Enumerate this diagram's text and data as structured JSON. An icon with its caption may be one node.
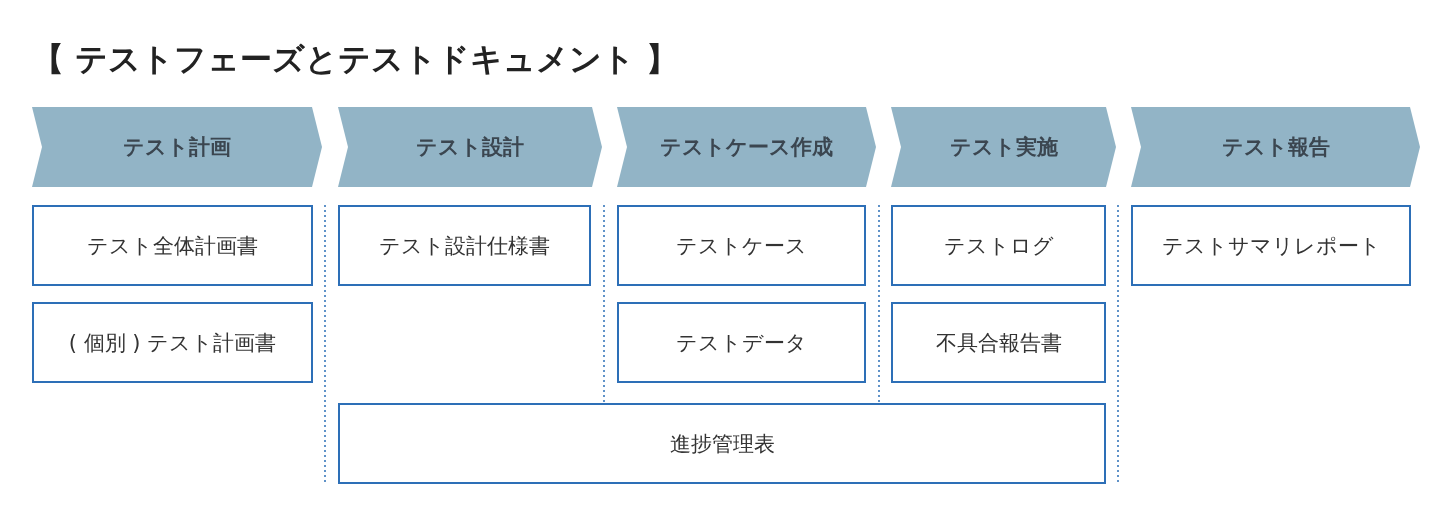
{
  "diagram": {
    "title": "【 テストフェーズとテストドキュメント 】",
    "nodes": [
      {
        "text": [
          "テスト計画"
        ]
      },
      {
        "text": [
          "テスト設計"
        ]
      },
      {
        "text": [
          "テストケース作成"
        ]
      },
      {
        "text": [
          "テスト実施"
        ]
      },
      {
        "text": [
          "テスト報告"
        ]
      },
      {
        "text": [
          "テスト全体計画書"
        ]
      },
      {
        "text": [
          "テスト設計仕様書"
        ]
      },
      {
        "text": [
          "テストケース"
        ]
      },
      {
        "text": [
          "テストログ"
        ]
      },
      {
        "text": [
          "テストサマリレポート"
        ]
      },
      {
        "text": [
          "( 個別 ) テスト計画書"
        ]
      },
      {
        "text": [
          "テストデータ"
        ]
      },
      {
        "text": [
          "不具合報告書"
        ]
      },
      {
        "text": [
          "進捗管理表"
        ]
      }
    ],
    "edges": []
  }
}
